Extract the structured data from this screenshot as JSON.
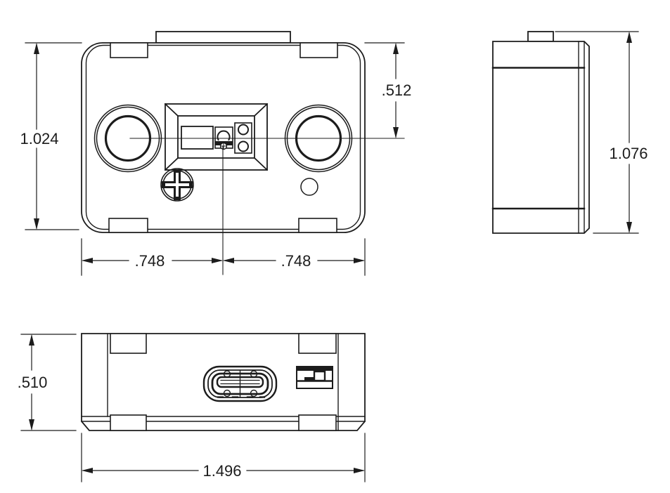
{
  "drawing": {
    "type": "engineering-dimension-drawing",
    "colors": {
      "line": "#1c1c1c",
      "background": "#ffffff"
    },
    "dimensions": {
      "front_overall_height": "1.024",
      "centerline_from_top": ".512",
      "left_hole_to_center": ".748",
      "center_to_right_hole": ".748",
      "side_overall_height": "1.076",
      "bottom_view_height": ".510",
      "overall_width": "1.496"
    }
  }
}
